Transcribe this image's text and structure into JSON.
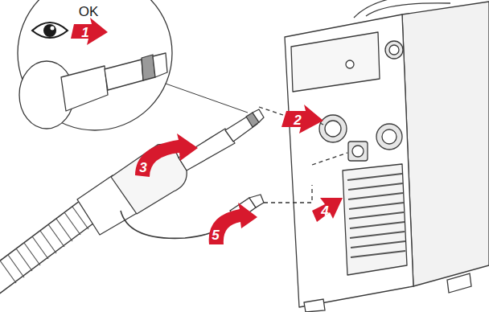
{
  "diagram": {
    "labels": [
      "OK",
      "1",
      "2",
      "3",
      "4",
      "5"
    ]
  }
}
